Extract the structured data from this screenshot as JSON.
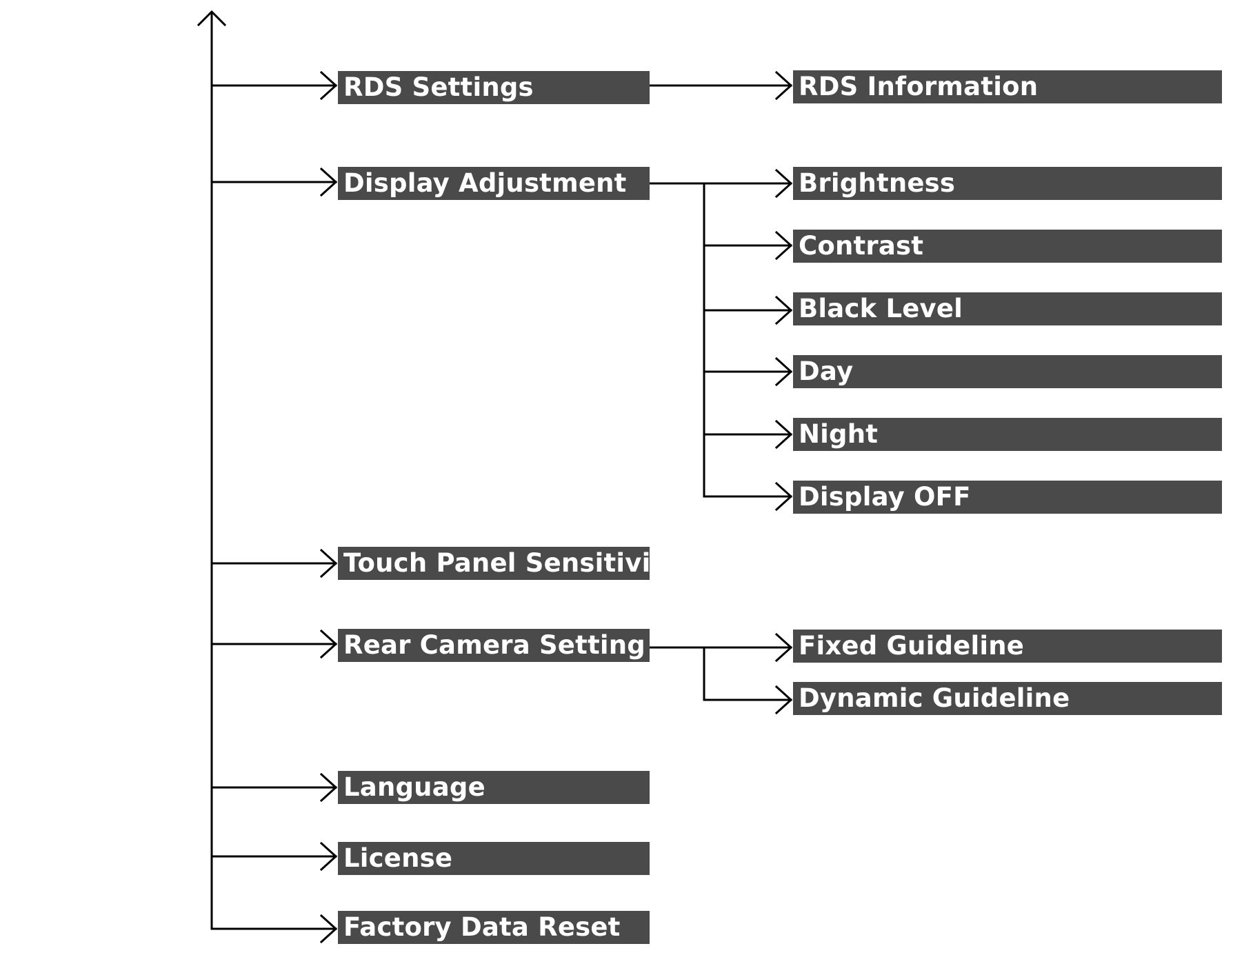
{
  "menu": {
    "level1": [
      {
        "label": "RDS Settings"
      },
      {
        "label": "Display Adjustment"
      },
      {
        "label": "Touch Panel Sensitivity"
      },
      {
        "label": "Rear Camera Setting"
      },
      {
        "label": "Language"
      },
      {
        "label": "License"
      },
      {
        "label": "Factory Data Reset"
      }
    ],
    "rds_settings_children": [
      {
        "label": "RDS Information"
      }
    ],
    "display_adjustment_children": [
      {
        "label": "Brightness"
      },
      {
        "label": "Contrast"
      },
      {
        "label": "Black Level"
      },
      {
        "label": "Day"
      },
      {
        "label": "Night"
      },
      {
        "label": "Display OFF"
      }
    ],
    "rear_camera_children": [
      {
        "label": "Fixed Guideline"
      },
      {
        "label": "Dynamic Guideline"
      }
    ]
  },
  "colors": {
    "box_fill": "#4a4a4a",
    "box_text": "#ffffff",
    "line": "#000000"
  }
}
